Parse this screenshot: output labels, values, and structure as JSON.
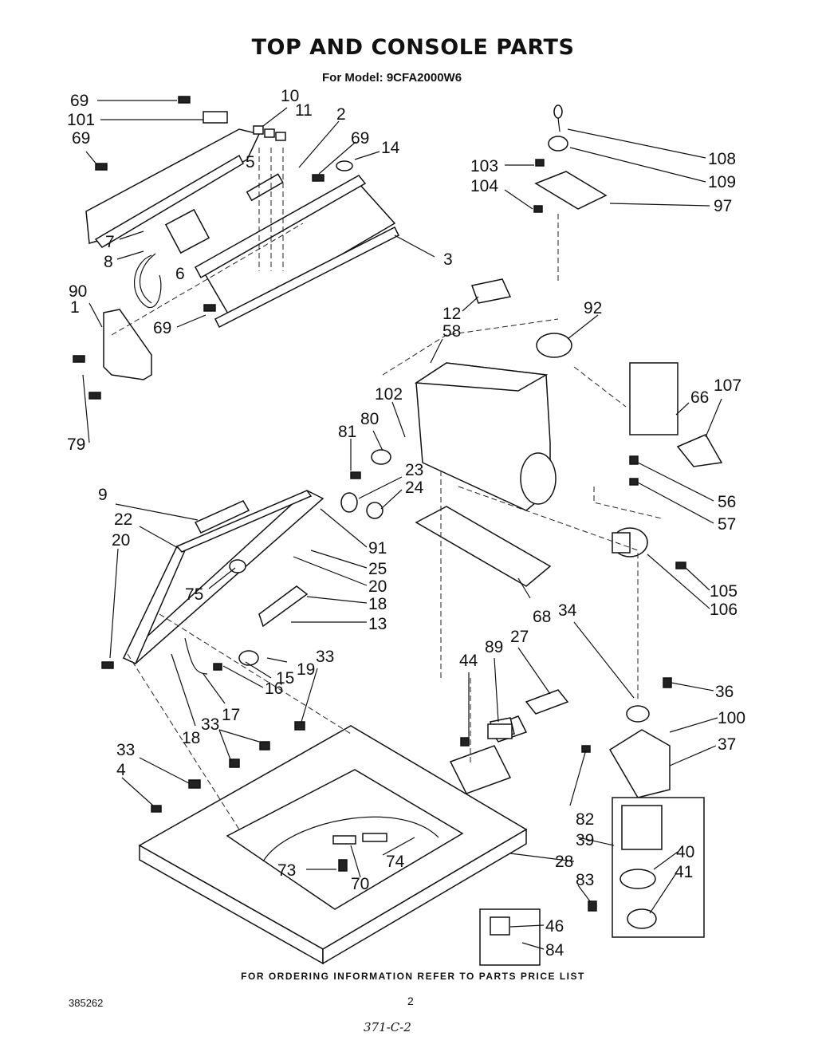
{
  "title": "TOP AND CONSOLE PARTS",
  "subtitle": "For Model: 9CFA2000W6",
  "footer": "FOR ORDERING INFORMATION REFER TO PARTS PRICE LIST",
  "doc_number": "385262",
  "page_number": "2",
  "handwritten_note": "371-C-2",
  "part_labels": [
    "69",
    "101",
    "69",
    "10",
    "11",
    "2",
    "69",
    "14",
    "5",
    "7",
    "8",
    "90",
    "6",
    "1",
    "69",
    "79",
    "3",
    "103",
    "104",
    "108",
    "109",
    "97",
    "12",
    "92",
    "58",
    "102",
    "80",
    "81",
    "23",
    "24",
    "66",
    "107",
    "56",
    "57",
    "105",
    "106",
    "9",
    "22",
    "20",
    "91",
    "25",
    "20",
    "75",
    "18",
    "13",
    "68",
    "34",
    "27",
    "89",
    "44",
    "19",
    "33",
    "15",
    "16",
    "17",
    "18",
    "33",
    "33",
    "36",
    "100",
    "37",
    "4",
    "82",
    "39",
    "40",
    "41",
    "28",
    "74",
    "73",
    "70",
    "83",
    "46",
    "84"
  ]
}
